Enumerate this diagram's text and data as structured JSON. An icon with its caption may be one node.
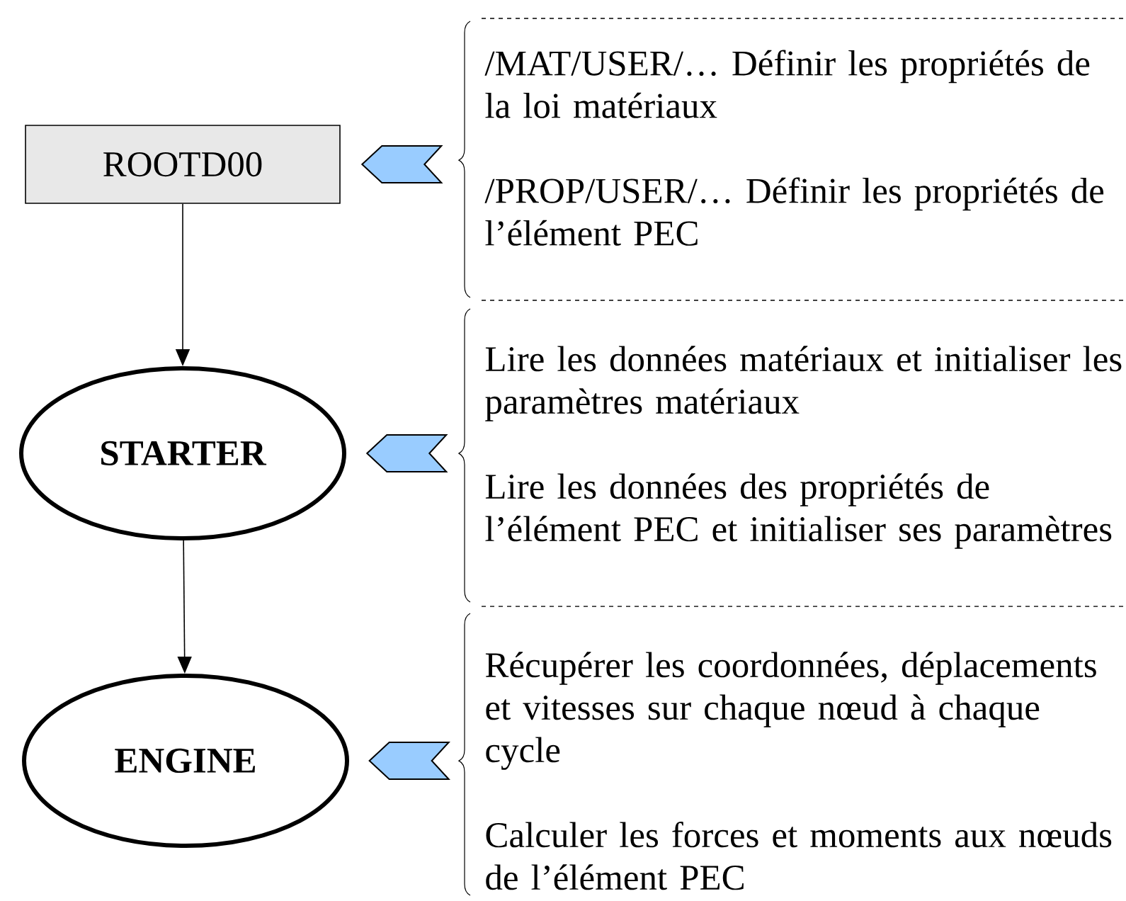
{
  "diagram": {
    "nodes": [
      {
        "text": [
          "ROOTD00"
        ]
      },
      {
        "text": [
          "STARTER"
        ]
      },
      {
        "text": [
          "ENGINE"
        ]
      },
      {
        "text": [
          "/MAT/USER/… Définir les propriétés de la loi matériaux",
          "/PROP/USER/… Définir  les propriétés de l’élément PEC"
        ]
      },
      {
        "text": [
          "Lire les données matériaux et initialiser les paramètres matériaux",
          "Lire les données des propriétés de l’élément PEC et initialiser ses paramètres"
        ]
      },
      {
        "text": [
          "Récupérer les coordonnées, déplacements et vitesses sur chaque nœud à chaque cycle",
          "Calculer les forces et moments aux nœuds de l’élément PEC"
        ]
      }
    ],
    "edges": [
      {
        "from": 0,
        "to": 1,
        "arrow": "to"
      },
      {
        "from": 1,
        "to": 2,
        "arrow": "to"
      },
      {
        "from": 3,
        "to": 0,
        "arrow": "to",
        "style": "thick",
        "color": "#99ccff"
      },
      {
        "from": 4,
        "to": 1,
        "arrow": "to",
        "style": "thick",
        "color": "#99ccff"
      },
      {
        "from": 5,
        "to": 2,
        "arrow": "to",
        "style": "thick",
        "color": "#99ccff"
      }
    ]
  }
}
